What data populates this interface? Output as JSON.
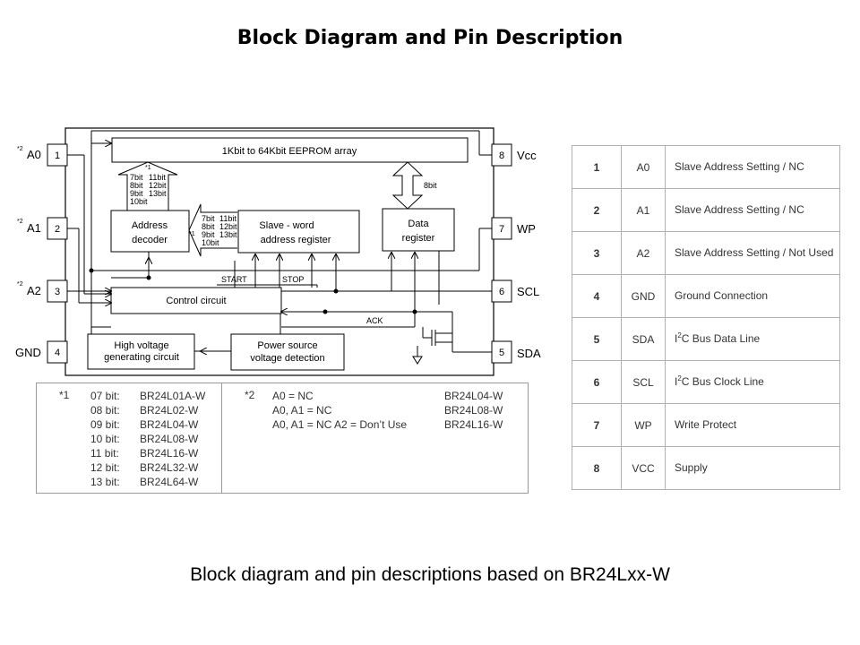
{
  "title": "Block Diagram and Pin Description",
  "caption": "Block diagram and pin descriptions based on BR24Lxx-W",
  "diagram": {
    "blocks": {
      "eeprom": "1Kbit to 64Kbit EEPROM array",
      "addr_decoder_line1": "Address",
      "addr_decoder_line2": "decoder",
      "slave_word_line1": "Slave - word",
      "slave_word_line2": "address register",
      "data_reg_line1": "Data",
      "data_reg_line2": "register",
      "control": "Control circuit",
      "hv_line1": "High voltage",
      "hv_line2": "generating circuit",
      "ps_line1": "Power source",
      "ps_line2": "voltage detection"
    },
    "arrow_up_bits": [
      "7bit",
      "8bit",
      "9bit",
      "10bit"
    ],
    "arrow_up_bits2": [
      "11bit",
      "12bit",
      "13bit"
    ],
    "arrow_left_bits": [
      "7bit",
      "8bit",
      "9bit",
      "10bit"
    ],
    "arrow_left_bits2": [
      "11bit",
      "12bit",
      "13bit"
    ],
    "eight_bit": "8bit",
    "note_mark_small": "*1",
    "signals": {
      "start": "START",
      "stop": "STOP",
      "ack": "ACK"
    },
    "pins_left": [
      {
        "num": "1",
        "name": "A0",
        "mark": "*2"
      },
      {
        "num": "2",
        "name": "A1",
        "mark": "*2"
      },
      {
        "num": "3",
        "name": "A2",
        "mark": "*2"
      },
      {
        "num": "4",
        "name": "GND",
        "mark": ""
      }
    ],
    "pins_right": [
      {
        "num": "8",
        "name": "Vcc"
      },
      {
        "num": "7",
        "name": "WP"
      },
      {
        "num": "6",
        "name": "SCL"
      },
      {
        "num": "5",
        "name": "SDA"
      }
    ]
  },
  "notes": {
    "mark1": "*1",
    "bits": [
      "07 bit:",
      "08 bit:",
      "09 bit:",
      "10 bit:",
      "11 bit:",
      "12 bit:",
      "13 bit:"
    ],
    "parts": [
      "BR24L01A-W",
      "BR24L02-W",
      "BR24L04-W",
      "BR24L08-W",
      "BR24L16-W",
      "BR24L32-W",
      "BR24L64-W"
    ],
    "mark2": "*2",
    "conditions": [
      "A0 = NC",
      "A0, A1 = NC",
      "A0, A1 = NC  A2 = Don’t Use"
    ],
    "condition_parts": [
      "BR24L04-W",
      "BR24L08-W",
      "BR24L16-W"
    ]
  },
  "pin_table": [
    {
      "num": "1",
      "name": "A0",
      "desc": "Slave  Address Setting / NC"
    },
    {
      "num": "2",
      "name": "A1",
      "desc": "Slave  Address Setting / NC"
    },
    {
      "num": "3",
      "name": "A2",
      "desc": "Slave  Address Setting / Not Used"
    },
    {
      "num": "4",
      "name": "GND",
      "desc": "Ground Connection"
    },
    {
      "num": "5",
      "name": "SDA",
      "desc_sup": "2",
      "desc_pre": "I",
      "desc": "C Bus Data Line"
    },
    {
      "num": "6",
      "name": "SCL",
      "desc_sup": "2",
      "desc_pre": "I",
      "desc": "C Bus Clock Line"
    },
    {
      "num": "7",
      "name": "WP",
      "desc": "Write Protect"
    },
    {
      "num": "8",
      "name": "VCC",
      "desc": "Supply"
    }
  ]
}
